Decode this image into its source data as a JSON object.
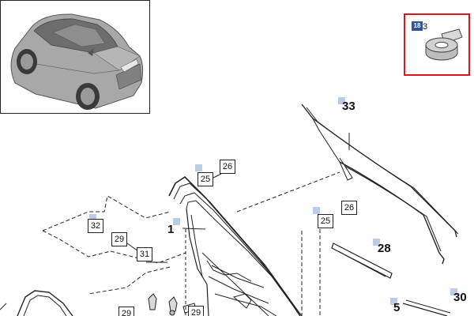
{
  "callouts": {
    "c1": "1",
    "c5": "5",
    "c25a": "25",
    "c25b": "25",
    "c26a": "26",
    "c26b": "26",
    "c28": "28",
    "c29a": "29",
    "c29b": "29",
    "c29c": "29",
    "c30": "30",
    "c31": "31",
    "c32": "32",
    "c33": "33"
  },
  "accessory": {
    "badge": "18",
    "number": "3"
  },
  "colors": {
    "highlight_border": "#e0141e",
    "badge_fill": "#2f5597",
    "tick_marker": "#b9cde4",
    "line_art": "#222222"
  },
  "icons": [
    "vehicle-thumbnail-icon",
    "tape-roll-icon"
  ]
}
